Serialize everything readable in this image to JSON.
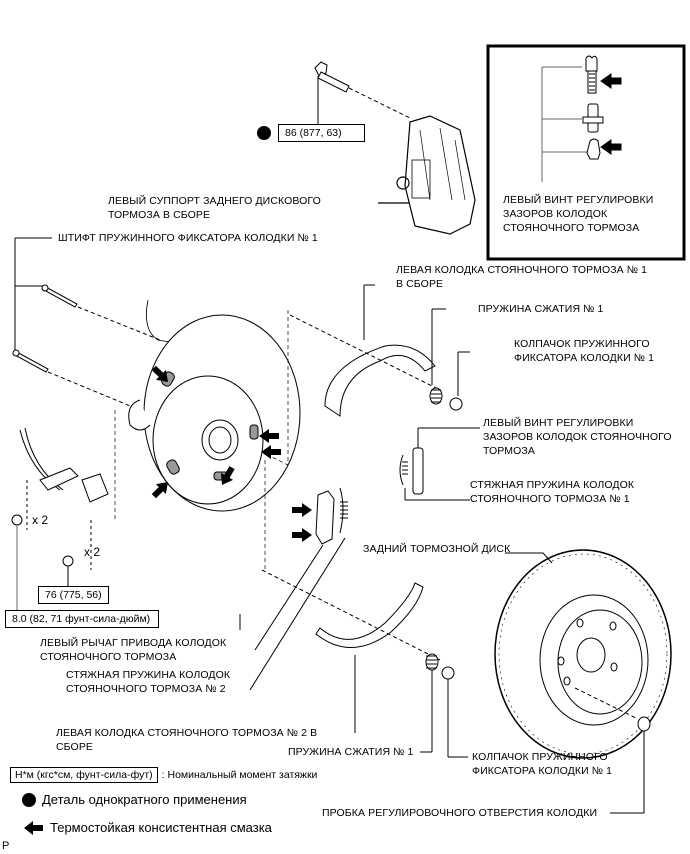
{
  "labels": {
    "caliper": [
      "ЛЕВЫЙ СУППОРТ ЗАДНЕГО ДИСКОВОГО",
      "ТОРМОЗА В СБОРЕ"
    ],
    "inset_adjuster": [
      "ЛЕВЫЙ ВИНТ РЕГУЛИРОВКИ",
      "ЗАЗОРОВ КОЛОДОК",
      "СТОЯНОЧНОГО ТОРМОЗА"
    ],
    "hold_down_pin": [
      "ШТИФТ ПРУЖИННОГО ФИКСАТОРА КОЛОДКИ № 1"
    ],
    "shoe_1": [
      "ЛЕВАЯ КОЛОДКА СТОЯНОЧНОГО ТОРМОЗА № 1",
      "В СБОРЕ"
    ],
    "compression_spring_top": [
      "ПРУЖИНА СЖАТИЯ № 1"
    ],
    "spring_cup_top": [
      "КОЛПАЧОК ПРУЖИННОГО",
      "ФИКСАТОРА КОЛОДКИ № 1"
    ],
    "adjuster": [
      "ЛЕВЫЙ ВИНТ РЕГУЛИРОВКИ",
      "ЗАЗОРОВ КОЛОДОК СТОЯНОЧНОГО",
      "ТОРМОЗА"
    ],
    "tension_spring_1": [
      "СТЯЖНАЯ ПРУЖИНА КОЛОДОК",
      "СТОЯНОЧНОГО ТОРМОЗА № 1"
    ],
    "disc": [
      "ЗАДНИЙ ТОРМОЗНОЙ ДИСК"
    ],
    "lever": [
      "ЛЕВЫЙ РЫЧАГ ПРИВОДА КОЛОДОК",
      "СТОЯНОЧНОГО ТОРМОЗА"
    ],
    "tension_spring_2": [
      "СТЯЖНАЯ ПРУЖИНА КОЛОДОК",
      "СТОЯНОЧНОГО ТОРМОЗА № 2"
    ],
    "shoe_2": [
      "ЛЕВАЯ КОЛОДКА СТОЯНОЧНОГО ТОРМОЗА № 2 В",
      "СБОРЕ"
    ],
    "compression_spring_bottom": [
      "ПРУЖИНА СЖАТИЯ № 1"
    ],
    "spring_cup_bottom": [
      "КОЛПАЧОК ПРУЖИННОГО",
      "ФИКСАТОРА КОЛОДКИ № 1"
    ],
    "hole_plug": [
      "ПРОБКА РЕГУЛИРОВОЧНОГО ОТВЕРСТИЯ КОЛОДКИ"
    ]
  },
  "torques": {
    "caliper_bolt": "86 (877, 63)",
    "bracket_bolt": "76 (775, 56)",
    "sensor_bolt": "8.0 (82, 71 фунт-сила-дюйм)"
  },
  "quantities": {
    "sensor_bolt_qty": "x 2",
    "bracket_bolt_qty": "x 2"
  },
  "legend": {
    "torque_unit": "Н*м (кгс*см, фунт-сила-фут)",
    "torque_desc": ": Номинальный момент затяжки",
    "non_reusable": "Деталь однократного применения",
    "grease": "Термостойкая консистентная смазка"
  },
  "page_code": "P",
  "icons": {
    "non_reusable": "filled-circle",
    "grease": "left-arrow"
  }
}
